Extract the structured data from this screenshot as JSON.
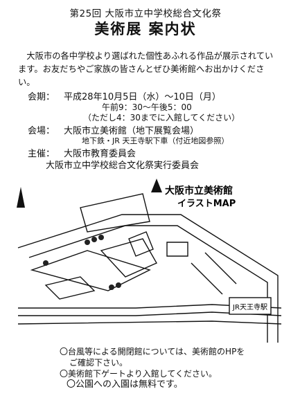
{
  "header": "第25回 大阪市立中学校総合文化祭",
  "title": "美術展 案内状",
  "intro": "大阪市の各中学校より選ばれた個性あふれる作品が展示されています。お友だちやご家族の皆さんとぜひ美術館へお出かけください。",
  "period": {
    "label": "会期：",
    "line1": "平成28年10月5日（水）～10日（月）",
    "line2": "午前9：30～午後5：00",
    "line3": "（ただし4：30までに入館してください）"
  },
  "venue": {
    "label": "会場：",
    "line1": "大阪市立美術館（地下展覧会場）",
    "line2": "地下鉄・JR 天王寺駅下車（付近地図参照）"
  },
  "host": {
    "label": "主催：",
    "line1": "大阪市教育委員会",
    "line2": "大阪市立中学校総合文化祭実行委員会"
  },
  "map": {
    "title_line1": "大阪市立美術館",
    "title_line2": "イラストMAP",
    "station_label": "JR天王寺駅"
  },
  "notes": [
    "〇台風等による開閉館については、美術館のHPを",
    "ご確認下さい。",
    "〇美術館下ゲートより入館してください。",
    "〇公園への入園は無料です。"
  ]
}
